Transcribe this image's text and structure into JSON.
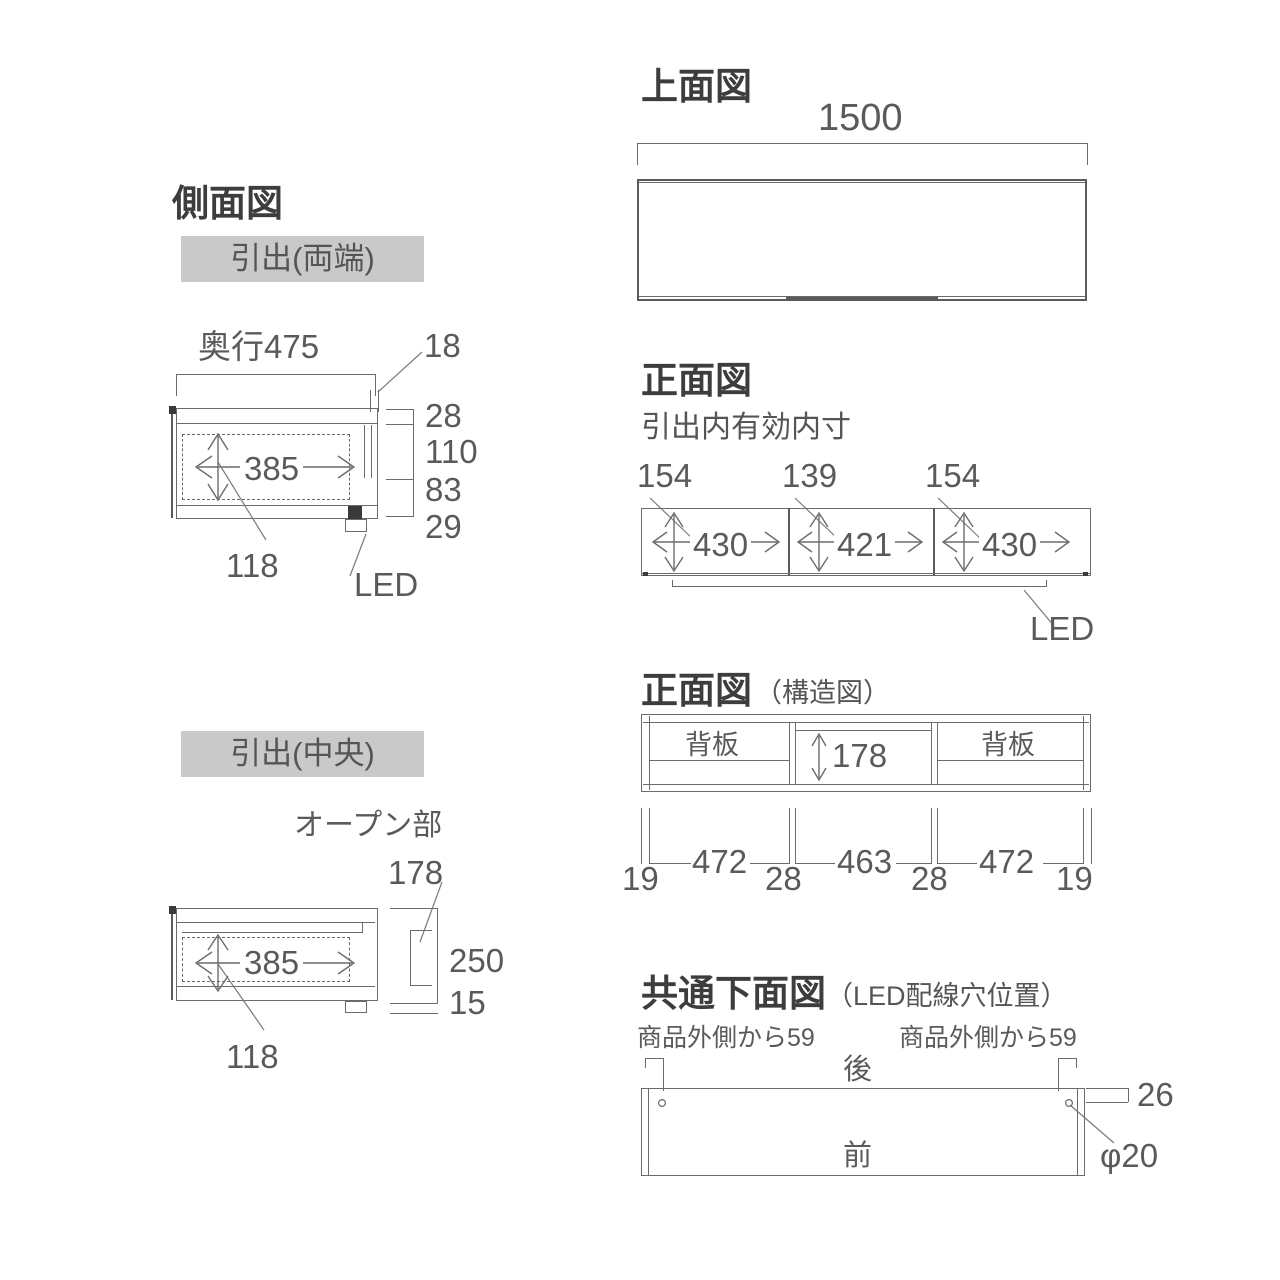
{
  "drawing": {
    "title_side_view": "側面図",
    "title_top_view": "上面図",
    "title_front_view": "正面図",
    "title_front_structure_view": "正面図",
    "front_structure_paren": "（構造図）",
    "title_bottom_view": "共通下面図",
    "bottom_view_paren": "（LED配線穴位置）"
  },
  "side_view": {
    "tag_ends": "引出(両端)",
    "tag_center": "引出(中央)",
    "depth_label": "奥行475",
    "top_thickness": "18",
    "right_dims": [
      "28",
      "110",
      "83",
      "29"
    ],
    "inner_dim": "385",
    "leader_118": "118",
    "led_label": "LED",
    "open_part_label": "オープン部",
    "open_part_value": "178",
    "center_total": "250",
    "center_base": "15",
    "center_inner_dim": "385",
    "center_leader_118": "118"
  },
  "top_view": {
    "width_label": "1500"
  },
  "front_view": {
    "subtitle": "引出内有効内寸",
    "heights": [
      "154",
      "139",
      "154"
    ],
    "widths": [
      "430",
      "421",
      "430"
    ],
    "led_label": "LED"
  },
  "front_structure": {
    "panel_label_left": "背板",
    "panel_label_right": "背板",
    "center_open_height": "178",
    "bottom_dims": [
      "19",
      "472",
      "28",
      "463",
      "28",
      "472",
      "19"
    ],
    "segment_widths": [
      "472",
      "463",
      "472"
    ],
    "edge_widths": [
      "19",
      "19"
    ],
    "divider_widths": [
      "28",
      "28"
    ]
  },
  "bottom_view": {
    "note_left": "商品外側から59",
    "note_right": "商品外側から59",
    "rear_label": "後",
    "front_label": "前",
    "offset_from_edge": "26",
    "hole_diameter": "φ20"
  },
  "colors": {
    "line": "#6b6b6b",
    "line_strong": "#5a5a5a",
    "text": "#5a5a5a",
    "title": "#3d3d3d",
    "tag_bg": "#c9c9c9",
    "fill_dark": "#3a3a3a"
  }
}
